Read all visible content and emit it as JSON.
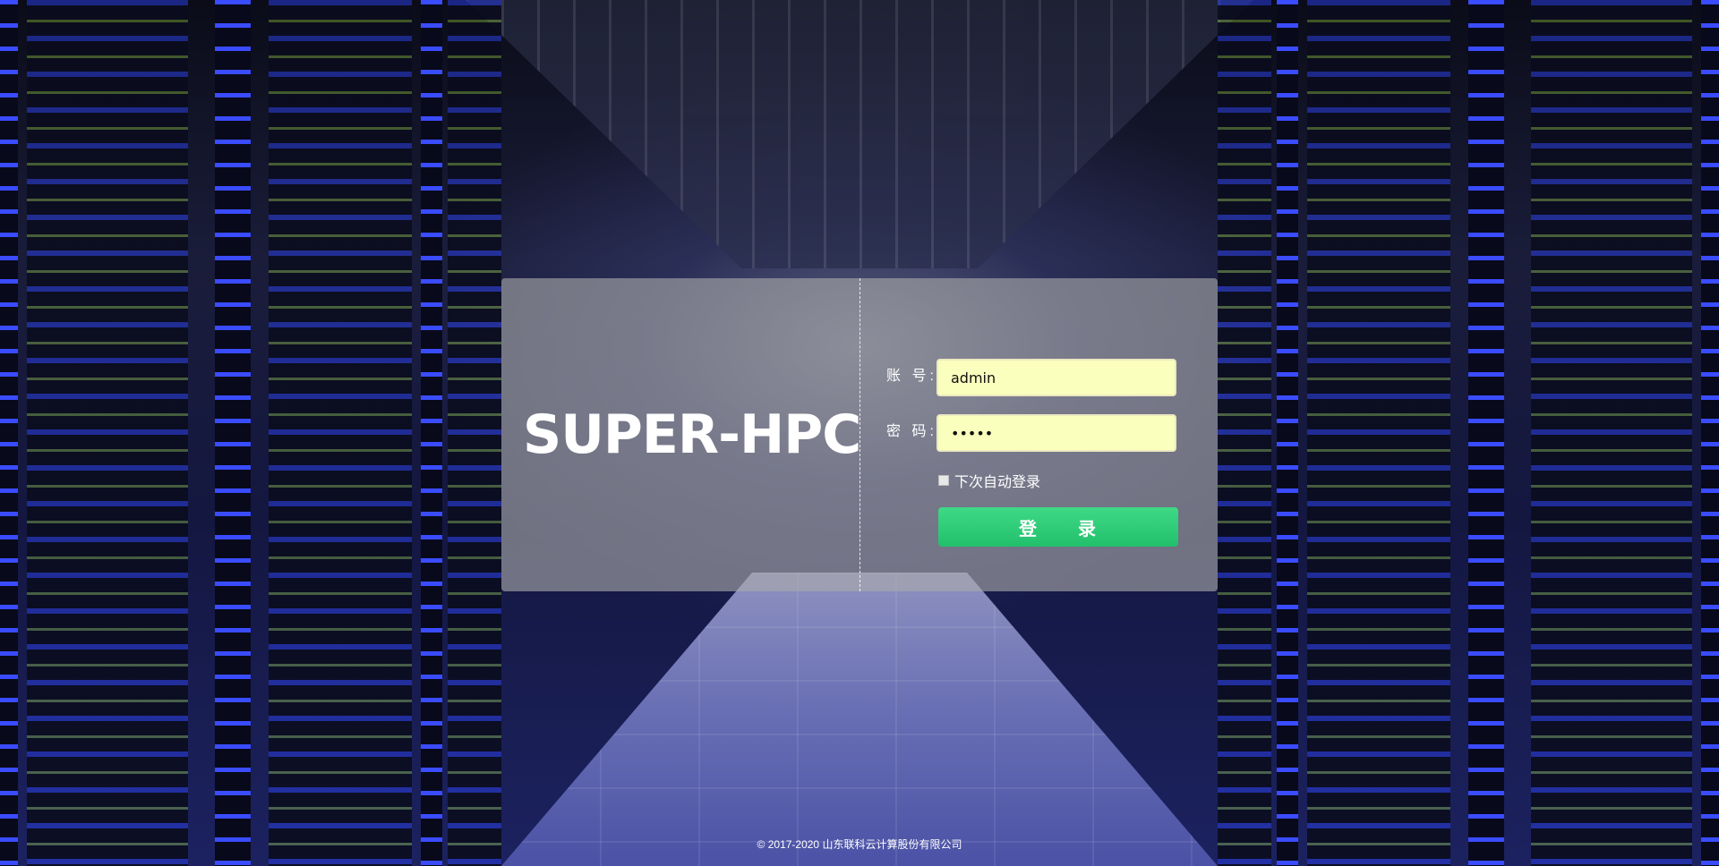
{
  "login": {
    "brand": "SUPER-HPC",
    "account_label": "账 号:",
    "account_value": "admin",
    "password_label": "密 码:",
    "password_value": "•••••",
    "remember_label": "下次自动登录",
    "submit_label": "登　　录"
  },
  "footer": {
    "copyright": "© 2017-2020 山东联科云计算股份有限公司"
  },
  "colors": {
    "input_background": "#faffbd",
    "button": "#22c06c",
    "panel": "rgba(170,170,170,0.62)"
  }
}
